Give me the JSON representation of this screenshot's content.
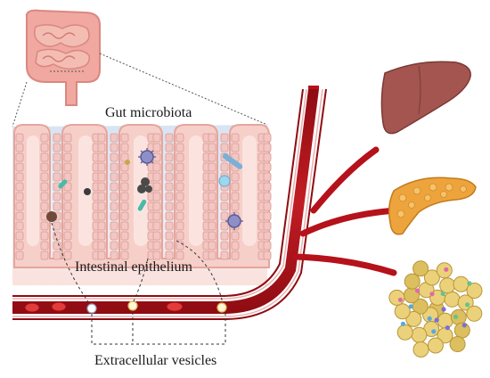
{
  "labels": {
    "gut_microbiota": "Gut microbiota",
    "intestinal_epithelium": "Intestinal epithelium",
    "extracellular_vesicles": "Extracellular vesicles"
  },
  "organs": [
    "intestine",
    "liver",
    "pancreas",
    "adipose-tissue"
  ],
  "colors": {
    "vessel": "#b5121b",
    "vessel_light": "#d23a3a",
    "epithelium_cell": "#f3c6c3",
    "goblet_cell": "#7fc98e",
    "liver": "#a4554f",
    "pancreas": "#e9a23b",
    "adipose": "#e8c86a",
    "background_blue": "#dbe6f3",
    "background_pink": "#fbe5e0"
  }
}
